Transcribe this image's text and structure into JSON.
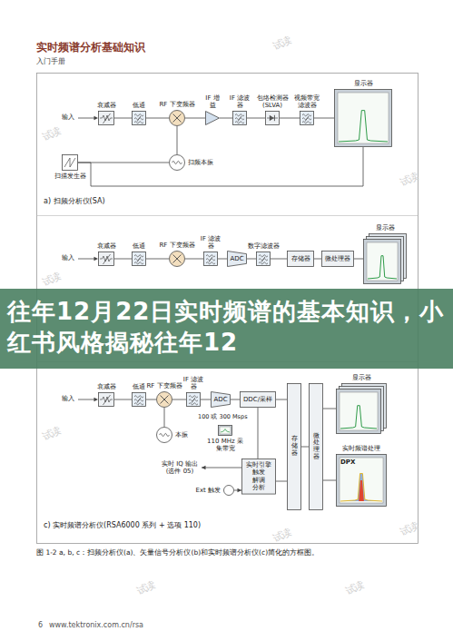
{
  "diagram": {
    "title": "实时频谱分析基础知识",
    "caption": "图 1-2 a, b, c：扫频分析仪(a)、矢量信号分析仪(b)和实时频谱分析仪(c)简化的方框图。",
    "nodes": [
      {
        "text": [
          "衰减器"
        ]
      },
      {
        "text": [
          "低通"
        ]
      },
      {
        "text": [
          "RF 下变频器"
        ]
      },
      {
        "text": [
          "IF 增益"
        ]
      },
      {
        "text": [
          "IF 滤波器"
        ]
      },
      {
        "text": [
          "包络检测器 (SLVA)"
        ]
      },
      {
        "text": [
          "视频带宽滤波器"
        ]
      },
      {
        "text": [
          "显示器"
        ]
      },
      {
        "text": [
          "扫频本振"
        ]
      },
      {
        "text": [
          "扫描发生器"
        ]
      },
      {
        "text": [
          "衰减器"
        ]
      },
      {
        "text": [
          "低通"
        ]
      },
      {
        "text": [
          "RF 下变频器"
        ]
      },
      {
        "text": [
          "IF 滤波器"
        ]
      },
      {
        "text": [
          "ADC"
        ]
      },
      {
        "text": [
          "数字滤波器"
        ]
      },
      {
        "text": [
          "存储器"
        ]
      },
      {
        "text": [
          "微处理器"
        ]
      },
      {
        "text": [
          "显示器"
        ]
      },
      {
        "text": [
          "衰减器"
        ]
      },
      {
        "text": [
          "低通"
        ]
      },
      {
        "text": [
          "RF 下变频器"
        ]
      },
      {
        "text": [
          "IF 滤波器"
        ]
      },
      {
        "text": [
          "ADC"
        ]
      },
      {
        "text": [
          "DDC/采样"
        ]
      },
      {
        "text": [
          "存储器"
        ]
      },
      {
        "text": [
          "微处理器"
        ]
      },
      {
        "text": [
          "显示器"
        ]
      },
      {
        "text": [
          "本振"
        ]
      },
      {
        "text": [
          "110 MHz 采集带宽"
        ]
      },
      {
        "text": [
          "实时引擎",
          "触发",
          "解调",
          "分析"
        ]
      },
      {
        "text": [
          "Ext 触发"
        ]
      },
      {
        "text": [
          "实时 IQ 输出 (选件 05)"
        ]
      },
      {
        "text": [
          "实时频谱处理",
          "DPX"
        ]
      }
    ],
    "edges": [
      {
        "from": 0,
        "to": 1,
        "arrow": "none"
      },
      {
        "from": 1,
        "to": 2,
        "arrow": "none"
      },
      {
        "from": 2,
        "to": 3,
        "arrow": "none"
      },
      {
        "from": 3,
        "to": 4,
        "arrow": "none"
      },
      {
        "from": 4,
        "to": 5,
        "arrow": "none"
      },
      {
        "from": 5,
        "to": 6,
        "arrow": "none"
      },
      {
        "from": 6,
        "to": 7,
        "arrow": "none"
      },
      {
        "from": 8,
        "to": 2,
        "arrow": "none"
      },
      {
        "from": 9,
        "to": 8,
        "arrow": "none"
      },
      {
        "from": 9,
        "to": 7,
        "arrow": "none"
      },
      {
        "from": 10,
        "to": 11,
        "arrow": "none"
      },
      {
        "from": 11,
        "to": 12,
        "arrow": "none"
      },
      {
        "from": 12,
        "to": 13,
        "arrow": "none"
      },
      {
        "from": 13,
        "to": 14,
        "arrow": "none"
      },
      {
        "from": 14,
        "to": 15,
        "arrow": "none"
      },
      {
        "from": 15,
        "to": 16,
        "arrow": "none"
      },
      {
        "from": 16,
        "to": 17,
        "arrow": "none"
      },
      {
        "from": 17,
        "to": 18,
        "arrow": "none"
      },
      {
        "from": 19,
        "to": 20,
        "arrow": "none"
      },
      {
        "from": 20,
        "to": 21,
        "arrow": "none"
      },
      {
        "from": 21,
        "to": 22,
        "arrow": "none"
      },
      {
        "from": 22,
        "to": 23,
        "arrow": "none"
      },
      {
        "from": 23,
        "to": 24,
        "arrow": "none"
      },
      {
        "from": 24,
        "to": 25,
        "arrow": "none"
      },
      {
        "from": 25,
        "to": 26,
        "arrow": "none"
      },
      {
        "from": 26,
        "to": 27,
        "arrow": "none"
      },
      {
        "from": 26,
        "to": 33,
        "arrow": "none"
      },
      {
        "from": 28,
        "to": 21,
        "arrow": "none"
      },
      {
        "from": 24,
        "to": 30,
        "arrow": "none"
      },
      {
        "from": 30,
        "to": 25,
        "arrow": "none"
      },
      {
        "from": 30,
        "to": 32,
        "arrow": "to"
      },
      {
        "from": 31,
        "to": 30,
        "arrow": "to"
      }
    ],
    "labels": [
      "输入",
      "a) 扫频分析仪(SA)",
      "输入",
      "输入",
      "100 或 300 Msps",
      "c) 实时频谱分析仪(RSA6000 系列 + 选项 110)",
      "入门手册",
      "往年12月22日实时频谱的基本知识，小红书风格揭秘往年12",
      "6",
      "www.tektronix.com.cn/rsa",
      "试读",
      "试读",
      "试读",
      "试读",
      "试读",
      "试读",
      "试读",
      "试读",
      "试读"
    ]
  }
}
